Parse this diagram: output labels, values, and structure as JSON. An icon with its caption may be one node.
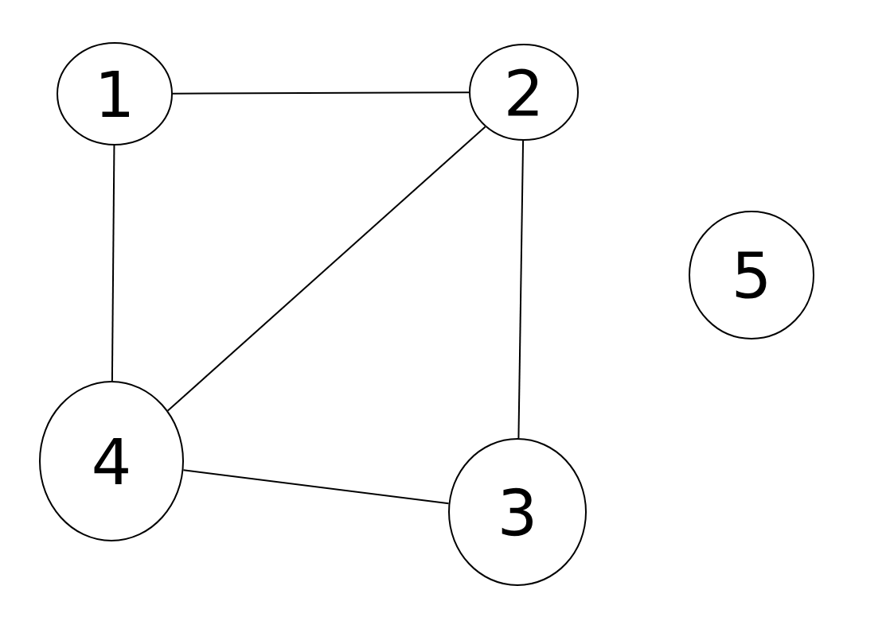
{
  "diagram": {
    "nodes": [
      {
        "text": [
          "1"
        ]
      },
      {
        "text": [
          "2"
        ]
      },
      {
        "text": [
          "3"
        ]
      },
      {
        "text": [
          "4"
        ]
      },
      {
        "text": [
          "5"
        ]
      }
    ],
    "edges": [
      {
        "from": 0,
        "to": 1,
        "arrow": "none"
      },
      {
        "from": 0,
        "to": 3,
        "arrow": "none"
      },
      {
        "from": 1,
        "to": 3,
        "arrow": "none"
      },
      {
        "from": 1,
        "to": 2,
        "arrow": "none"
      },
      {
        "from": 3,
        "to": 2,
        "arrow": "none"
      }
    ]
  }
}
